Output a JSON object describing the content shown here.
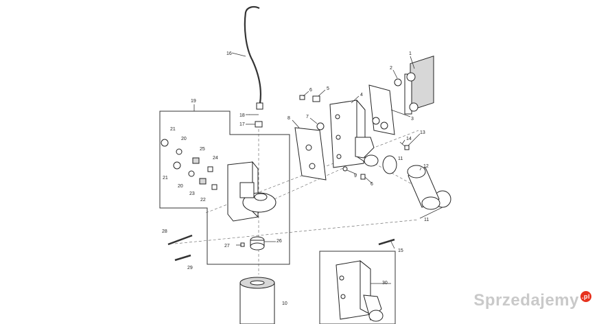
{
  "callouts": {
    "c1": "1",
    "c2": "2",
    "c3": "3",
    "c4": "4",
    "c5": "5",
    "c6a": "6",
    "c6b": "6",
    "c7": "7",
    "c8": "8",
    "c9": "9",
    "c10": "10",
    "c11a": "11",
    "c11b": "11",
    "c12": "12",
    "c13": "13",
    "c14": "14",
    "c15": "15",
    "c16": "16",
    "c17": "17",
    "c18": "18",
    "c19": "19",
    "c20a": "20",
    "c20b": "20",
    "c21a": "21",
    "c21b": "21",
    "c22": "22",
    "c23": "23",
    "c24": "24",
    "c25": "25",
    "c26": "26",
    "c27": "27",
    "c28": "28",
    "c29": "29",
    "c30": "30"
  },
  "watermark": {
    "text": "Sprzedajemy",
    "badge": ".pl"
  }
}
